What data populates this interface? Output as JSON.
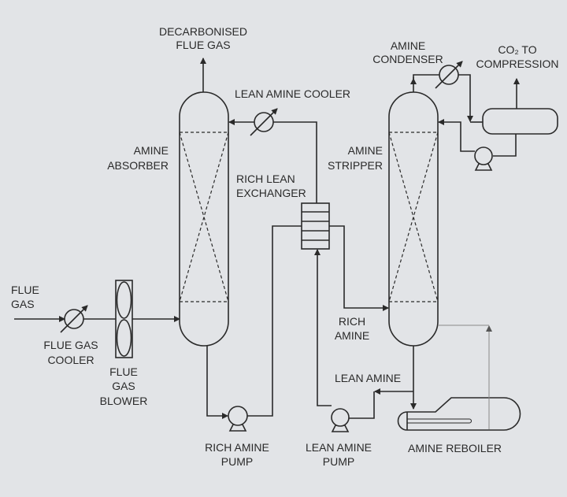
{
  "labels": {
    "decarbonised_1": "DECARBONISED",
    "decarbonised_2": "FLUE GAS",
    "lean_amine_cooler": "LEAN AMINE COOLER",
    "amine_absorber_1": "AMINE",
    "amine_absorber_2": "ABSORBER",
    "rich_lean_1": "RICH LEAN",
    "rich_lean_2": "EXCHANGER",
    "amine_stripper_1": "AMINE",
    "amine_stripper_2": "STRIPPER",
    "amine_condenser_1": "AMINE",
    "amine_condenser_2": "CONDENSER",
    "co2_1": "CO₂ TO",
    "co2_2": "COMPRESSION",
    "flue_gas_1": "FLUE",
    "flue_gas_2": "GAS",
    "flue_gas_cooler_1": "FLUE GAS",
    "flue_gas_cooler_2": "COOLER",
    "flue_gas_blower_1": "FLUE",
    "flue_gas_blower_2": "GAS",
    "flue_gas_blower_3": "BLOWER",
    "rich_amine_1": "RICH",
    "rich_amine_2": "AMINE",
    "lean_amine": "LEAN AMINE",
    "rich_amine_pump_1": "RICH AMINE",
    "rich_amine_pump_2": "PUMP",
    "lean_amine_pump_1": "LEAN AMINE",
    "lean_amine_pump_2": "PUMP",
    "amine_reboiler": "AMINE REBOILER"
  },
  "colors": {
    "background": "#e2e4e7",
    "line": "#2a2a2a"
  }
}
